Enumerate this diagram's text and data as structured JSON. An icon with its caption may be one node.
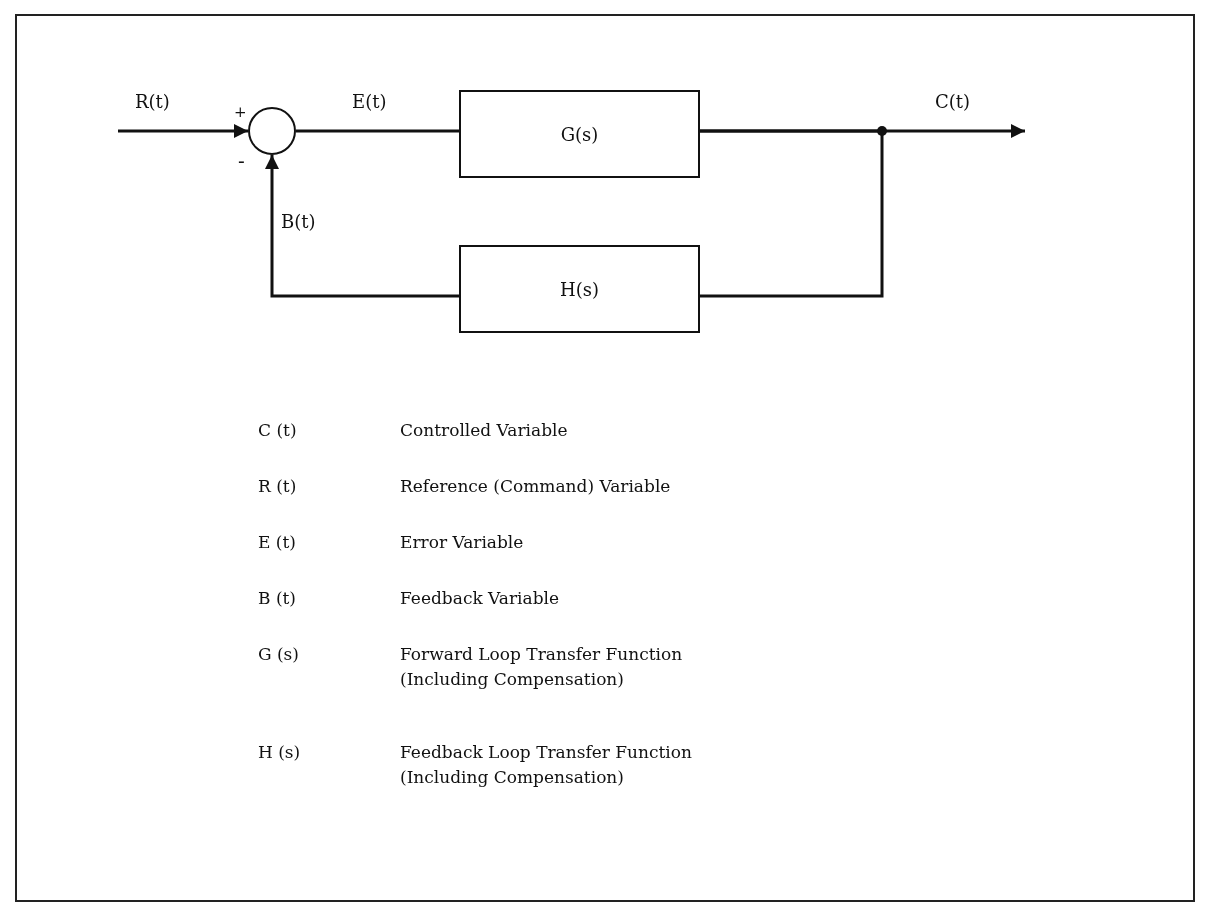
{
  "diagram": {
    "nodes": [
      {
        "text": [],
        "shape": "circle",
        "beside": [
          "+",
          "-"
        ]
      },
      {
        "text": [
          "G(s)"
        ]
      },
      {
        "text": [
          "H(s)"
        ]
      }
    ],
    "edges": [
      {
        "from": null,
        "to": 0,
        "arrow": "to",
        "label": "R(t)"
      },
      {
        "from": 0,
        "to": 1,
        "arrow": "none",
        "label": "E(t)"
      },
      {
        "from": 1,
        "to": null,
        "arrow": "to",
        "label": "C(t)"
      },
      {
        "from": 1,
        "to": 2,
        "arrow": "none"
      },
      {
        "from": 2,
        "to": 0,
        "arrow": "to",
        "label": "B(t)"
      }
    ],
    "labels": [
      "C (t)",
      "Controlled Variable",
      "R (t)",
      "Reference (Command) Variable",
      "E (t)",
      "Error Variable",
      "B (t)",
      "Feedback Variable",
      "G (s)",
      "Forward Loop Transfer Function (Including Compensation)",
      "H (s)",
      "Feedback Loop Transfer Function (Including Compensation)"
    ]
  }
}
